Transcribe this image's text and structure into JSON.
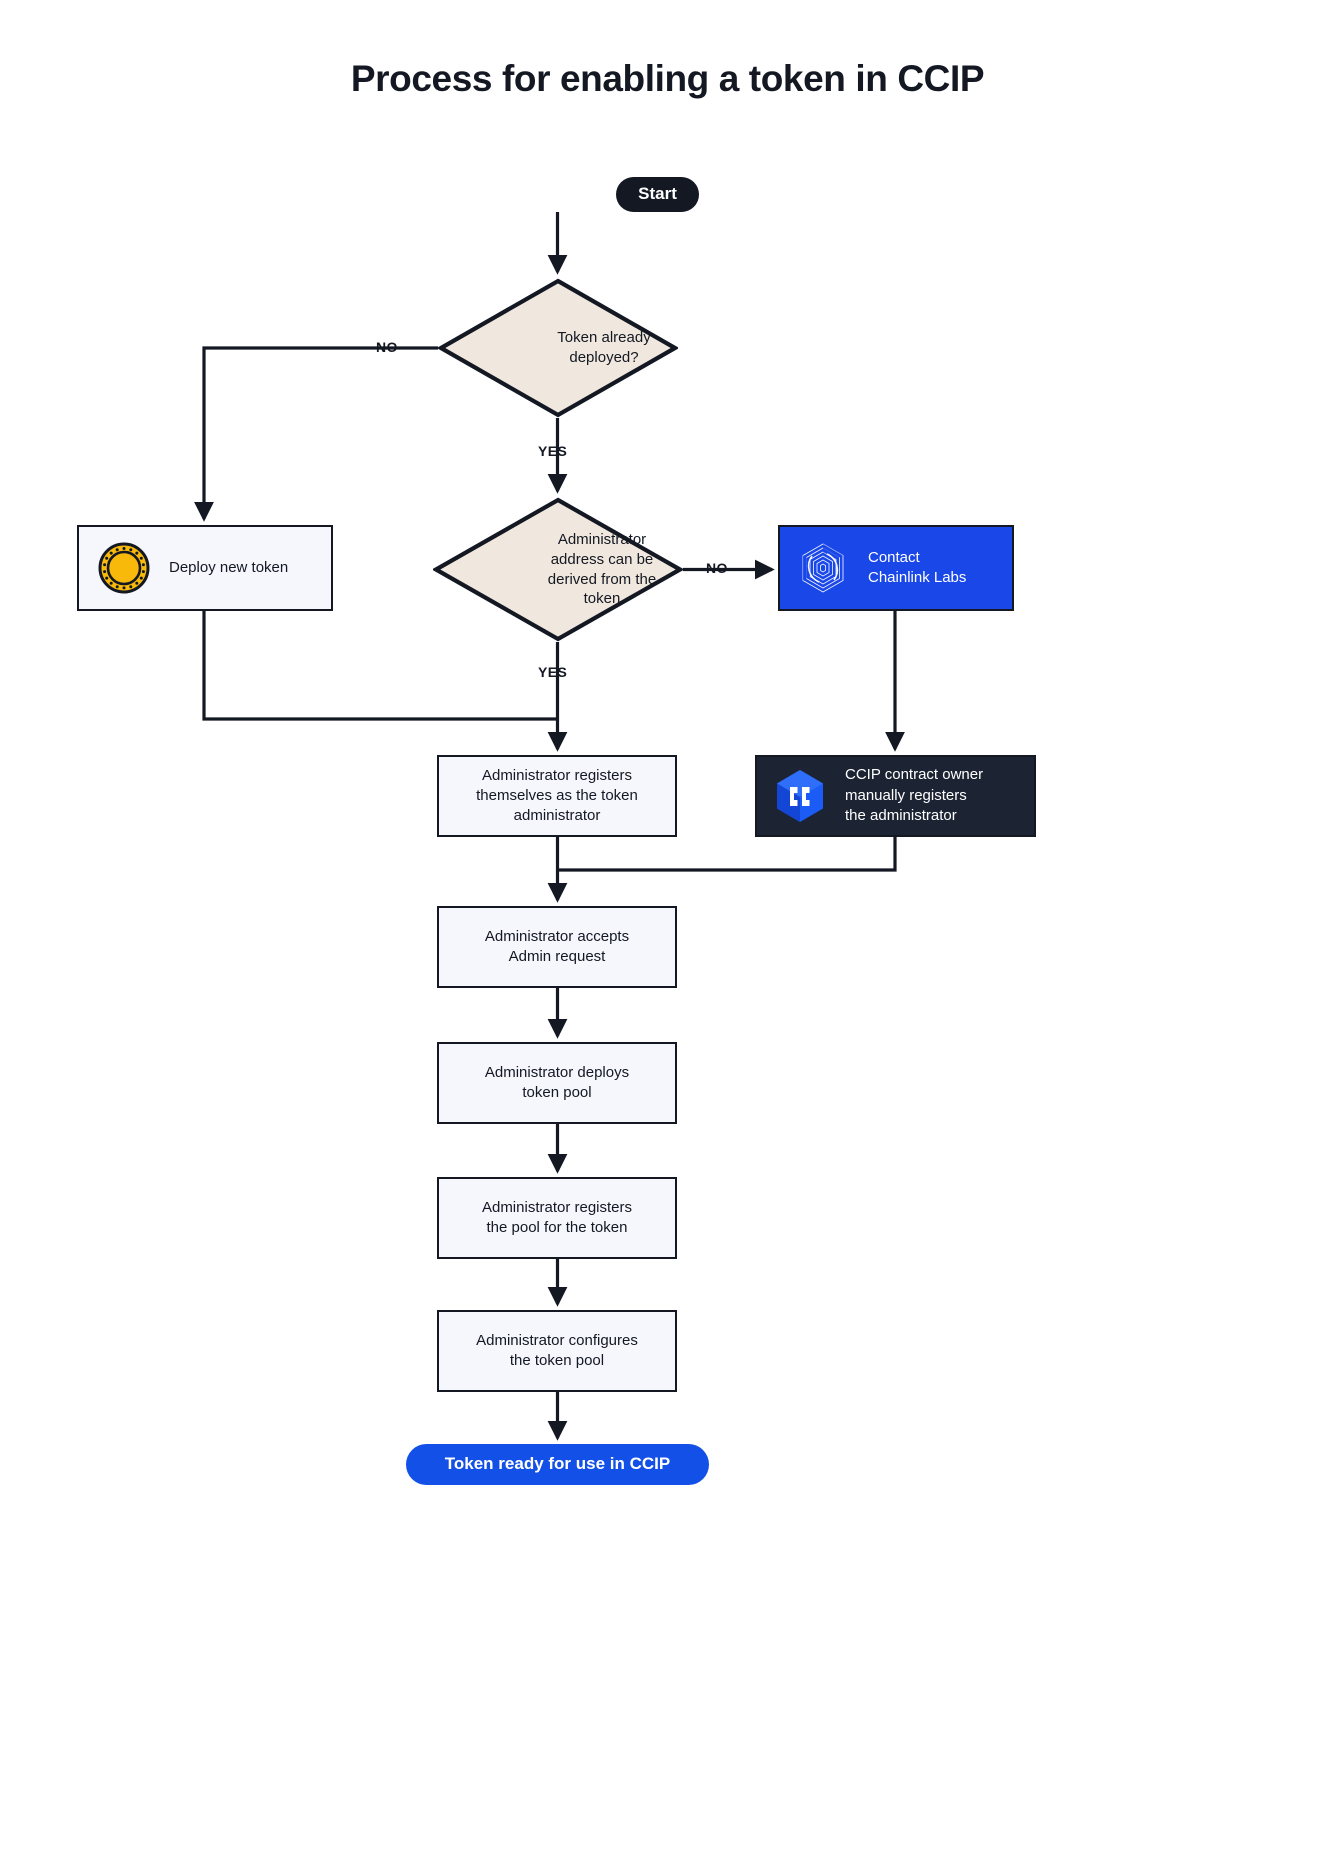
{
  "page": {
    "title": "Process for enabling a token in CCIP",
    "background": "#ffffff"
  },
  "colors": {
    "ink": "#141823",
    "diamond_fill": "#f0e8de",
    "box_fill": "#f5f7fd",
    "chainlink_blue": "#1a47e8",
    "ccip_dark": "#1c2434",
    "end_blue": "#1350e8",
    "coin_gold": "#f8b90b"
  },
  "flowchart": {
    "type": "flowchart",
    "direction": "top-to-bottom",
    "nodes": [
      {
        "id": "start",
        "shape": "pill-dark",
        "label": "Start"
      },
      {
        "id": "decision-deployed",
        "shape": "diamond",
        "label": "Token already deployed?"
      },
      {
        "id": "deploy-new-token",
        "shape": "rect",
        "label": "Deploy new token",
        "icon": "gold-coin-icon"
      },
      {
        "id": "decision-admin-derived",
        "shape": "diamond",
        "label": "Administrator address can be derived from the token"
      },
      {
        "id": "contact-chainlink",
        "shape": "rect-blue",
        "label": "Contact\nChainlink Labs",
        "icon": "chainlink-logo-icon"
      },
      {
        "id": "admin-registers-self",
        "shape": "rect",
        "label": "Administrator registers themselves as the token administrator"
      },
      {
        "id": "ccip-owner-registers",
        "shape": "rect-dark",
        "label": "CCIP contract owner manually registers the administrator",
        "icon": "ccip-logo-icon"
      },
      {
        "id": "admin-accepts",
        "shape": "rect",
        "label": "Administrator accepts Admin request"
      },
      {
        "id": "admin-deploys-pool",
        "shape": "rect",
        "label": "Administrator deploys token pool"
      },
      {
        "id": "admin-registers-pool",
        "shape": "rect",
        "label": "Administrator registers the pool for the token"
      },
      {
        "id": "admin-configures-pool",
        "shape": "rect",
        "label": "Administrator configures the token pool"
      },
      {
        "id": "end",
        "shape": "pill-blue",
        "label": "Token ready for use in CCIP"
      }
    ],
    "edges": [
      {
        "from": "start",
        "to": "decision-deployed",
        "label": ""
      },
      {
        "from": "decision-deployed",
        "to": "deploy-new-token",
        "label": "NO"
      },
      {
        "from": "decision-deployed",
        "to": "decision-admin-derived",
        "label": "YES"
      },
      {
        "from": "decision-admin-derived",
        "to": "contact-chainlink",
        "label": "NO"
      },
      {
        "from": "decision-admin-derived",
        "to": "admin-registers-self",
        "label": "YES"
      },
      {
        "from": "deploy-new-token",
        "to": "admin-registers-self",
        "label": ""
      },
      {
        "from": "contact-chainlink",
        "to": "ccip-owner-registers",
        "label": ""
      },
      {
        "from": "admin-registers-self",
        "to": "admin-accepts",
        "label": ""
      },
      {
        "from": "ccip-owner-registers",
        "to": "admin-accepts",
        "label": ""
      },
      {
        "from": "admin-accepts",
        "to": "admin-deploys-pool",
        "label": ""
      },
      {
        "from": "admin-deploys-pool",
        "to": "admin-registers-pool",
        "label": ""
      },
      {
        "from": "admin-registers-pool",
        "to": "admin-configures-pool",
        "label": ""
      },
      {
        "from": "admin-configures-pool",
        "to": "end",
        "label": ""
      }
    ]
  },
  "nodes": {
    "start": {
      "label": "Start"
    },
    "decision_deployed": {
      "line1": "Token already",
      "line2": "deployed?"
    },
    "deploy_new_token": {
      "label": "Deploy new token"
    },
    "decision_admin_derived": {
      "line1": "Administrator",
      "line2": "address can be",
      "line3": "derived from the",
      "line4": "token"
    },
    "contact_chainlink": {
      "line1": "Contact",
      "line2": "Chainlink Labs"
    },
    "admin_registers_self": {
      "line1": "Administrator registers",
      "line2": "themselves as the token",
      "line3": "administrator"
    },
    "ccip_owner_registers": {
      "line1": "CCIP contract owner",
      "line2": "manually registers",
      "line3": "the administrator"
    },
    "admin_accepts": {
      "line1": "Administrator accepts",
      "line2": "Admin request"
    },
    "admin_deploys_pool": {
      "line1": "Administrator deploys",
      "line2": "token pool"
    },
    "admin_registers_pool": {
      "line1": "Administrator registers",
      "line2": "the pool for the token"
    },
    "admin_configures_pool": {
      "line1": "Administrator configures",
      "line2": "the token pool"
    },
    "end": {
      "label": "Token ready for use in CCIP"
    }
  },
  "edge_labels": {
    "no_1": "NO",
    "yes_1": "YES",
    "no_2": "NO",
    "yes_2": "YES"
  }
}
